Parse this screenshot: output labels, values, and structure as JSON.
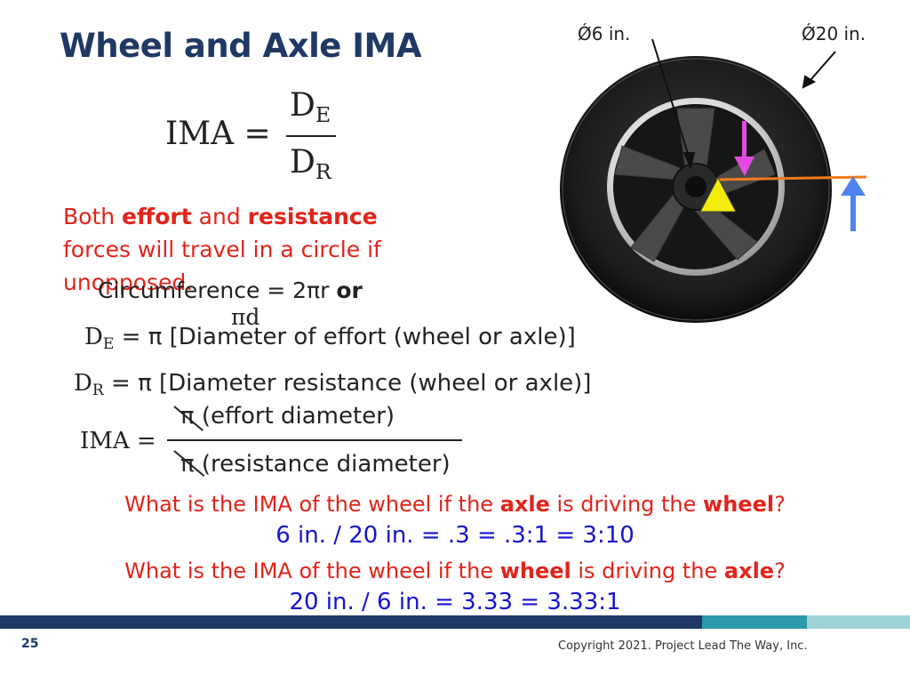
{
  "slide": {
    "title": "Wheel and Axle IMA",
    "formula": {
      "lhs": "IMA =",
      "num_main": "D",
      "num_sub": "E",
      "den_main": "D",
      "den_sub": "R"
    },
    "note": {
      "p1": "Both ",
      "b1": "effort",
      "p2": " and ",
      "b2": "resistance",
      "p3": " forces will travel in a circle if unopposed."
    },
    "circumference": {
      "line1": "Circumference = 2πr ",
      "line1_bold": "or",
      "line2": "πd"
    },
    "de_def": {
      "main": "D",
      "sub": "E",
      "rest": " = π [Diameter of effort (wheel or axle)]"
    },
    "dr_def": {
      "main": "D",
      "sub": "R",
      "rest": " = π [Diameter resistance (wheel or axle)]"
    },
    "ima_fraction": {
      "label": "IMA =",
      "num": "π  (effort diameter)",
      "den": "π  (resistance diameter)"
    },
    "question1": {
      "p1": "What is the IMA of the wheel if the ",
      "b1": "axle",
      "p2": " is driving the ",
      "b2": "wheel",
      "p3": "?"
    },
    "answer1": "6 in. / 20 in. = .3 = .3:1 = 3:10",
    "question2": {
      "p1": "What is the IMA of the wheel if the ",
      "b1": "wheel",
      "p2": " is driving the ",
      "b2": "axle",
      "p3": "?"
    },
    "answer2": "20 in. / 6 in. = 3.33 = 3.33:1"
  },
  "diagram": {
    "axle_label": "Ǿ6 in.",
    "wheel_label": "Ǿ20 in.",
    "icons": [
      "wheel-image",
      "effort-arrow-magenta",
      "resistance-arrow-blue",
      "fulcrum-triangle",
      "lever-line-orange"
    ]
  },
  "footer": {
    "page_number": "25",
    "copyright": "Copyright 2021. Project Lead The Way, Inc."
  },
  "colors": {
    "title": "#1f3864",
    "red": "#e2231a",
    "blue_answer": "#1515cf",
    "footer_navy": "#1f3864",
    "footer_teal": "#2c9aa8",
    "footer_light": "#9ed3d9"
  }
}
